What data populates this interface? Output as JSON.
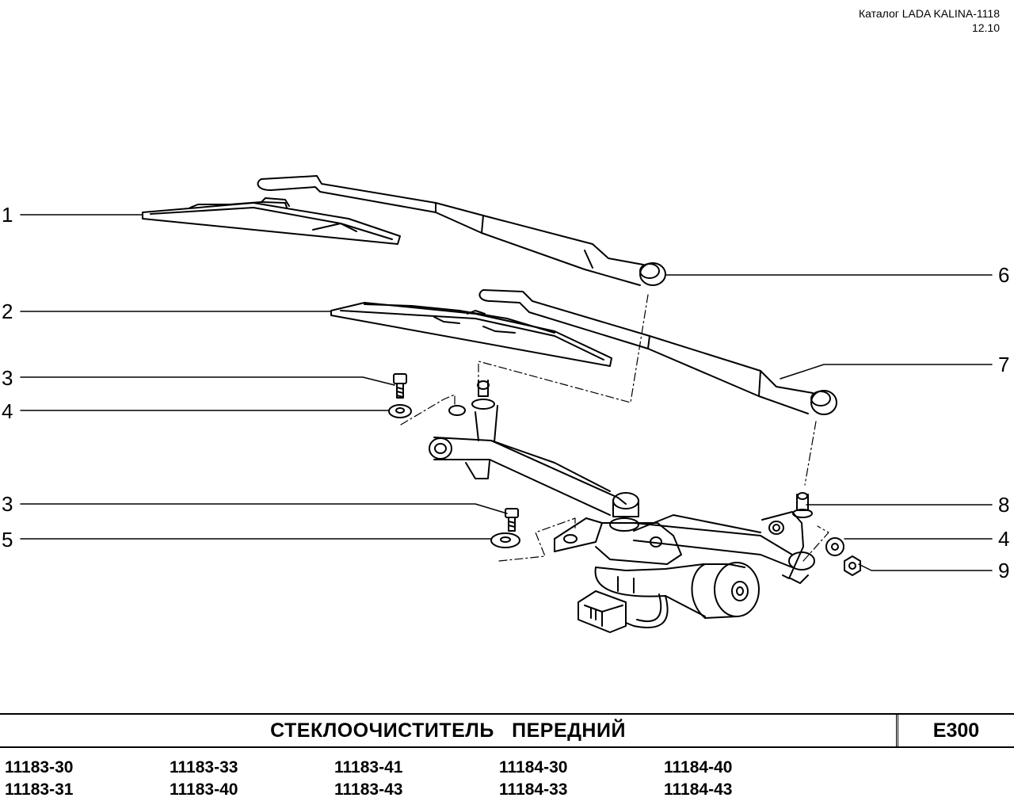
{
  "header": {
    "catalog": "Каталог LADA KALINA-1118",
    "date": "12.10"
  },
  "callouts": {
    "c1": "1",
    "c2": "2",
    "c3a": "3",
    "c4a": "4",
    "c3b": "3",
    "c5": "5",
    "c6": "6",
    "c7": "7",
    "c8": "8",
    "c4b": "4",
    "c9": "9"
  },
  "title": {
    "text": "СТЕКЛООЧИСТИТЕЛЬ   ПЕРЕДНИЙ",
    "code": "E300"
  },
  "models": {
    "col1": [
      "11183-30",
      "11183-31"
    ],
    "col2": [
      "11183-33",
      "11183-40"
    ],
    "col3": [
      "11183-41",
      "11183-43"
    ],
    "col4": [
      "11184-30",
      "11184-33"
    ],
    "col5": [
      "11184-40",
      "11184-43"
    ]
  }
}
